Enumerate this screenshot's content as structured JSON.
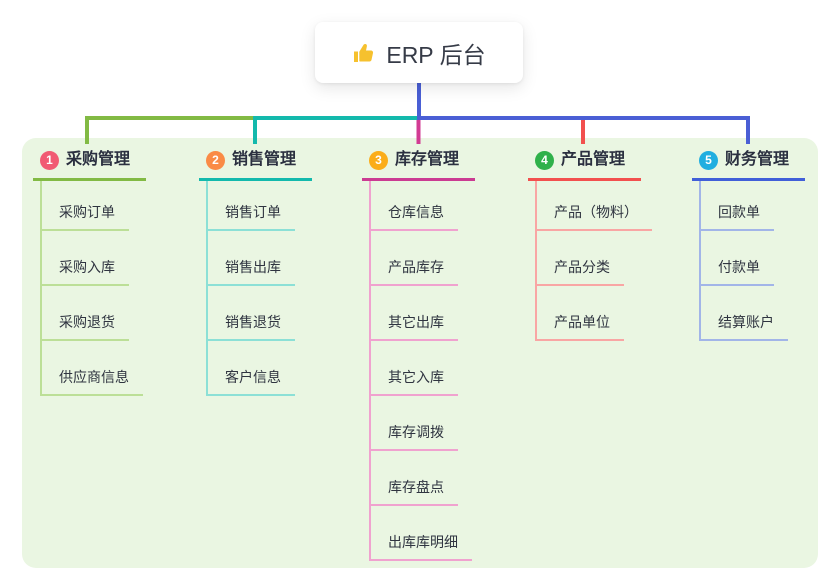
{
  "root": {
    "label": "ERP 后台",
    "icon": "thumbs-up-icon",
    "icon_color": "#f6c12e"
  },
  "branches": [
    {
      "num": "1",
      "label": "采购管理",
      "badge_color": "#f15b73",
      "line_color": "#82ba44",
      "sub_line_color": "#bcdf97",
      "items": [
        "采购订单",
        "采购入库",
        "采购退货",
        "供应商信息"
      ]
    },
    {
      "num": "2",
      "label": "销售管理",
      "badge_color": "#fa8b46",
      "line_color": "#13b9ac",
      "sub_line_color": "#8ce0d6",
      "items": [
        "销售订单",
        "销售出库",
        "销售退货",
        "客户信息"
      ]
    },
    {
      "num": "3",
      "label": "库存管理",
      "badge_color": "#fbad19",
      "line_color": "#cb3b92",
      "sub_line_color": "#f0a2cf",
      "items": [
        "仓库信息",
        "产品库存",
        "其它出库",
        "其它入库",
        "库存调拨",
        "库存盘点",
        "出库库明细"
      ]
    },
    {
      "num": "4",
      "label": "产品管理",
      "badge_color": "#2fb14a",
      "line_color": "#f2504e",
      "sub_line_color": "#f9a6a4",
      "items": [
        "产品（物料）",
        "产品分类",
        "产品单位"
      ]
    },
    {
      "num": "5",
      "label": "财务管理",
      "badge_color": "#20aee0",
      "line_color": "#415fd8",
      "sub_line_color": "#a2b5e8",
      "items": [
        "回款单",
        "付款单",
        "结算账户"
      ]
    }
  ],
  "colors": {
    "panel_bg": "#eaf6e2",
    "stem_blue": "#4a5fd5",
    "text_dark": "#2f3440"
  }
}
